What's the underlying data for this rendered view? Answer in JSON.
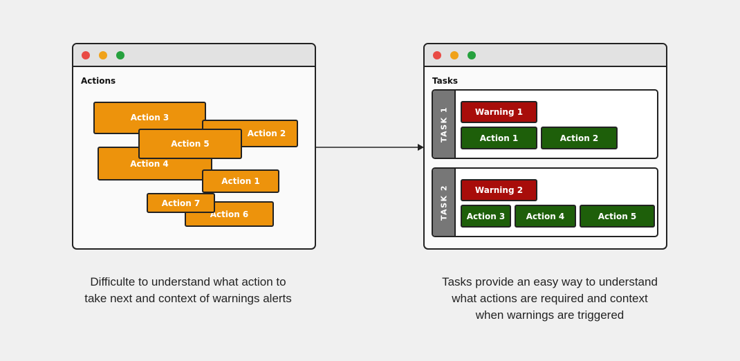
{
  "left_window": {
    "title": "Actions",
    "actions": {
      "action3": "Action 3",
      "action2": "Action 2",
      "action5": "Action 5",
      "action4": "Action 4",
      "action1": "Action 1",
      "action7": "Action 7",
      "action6": "Action 6"
    }
  },
  "right_window": {
    "title": "Tasks",
    "tasks": [
      {
        "label": "TASK 1",
        "warning": "Warning 1",
        "actions": [
          "Action 1",
          "Action 2"
        ]
      },
      {
        "label": "TASK 2",
        "warning": "Warning 2",
        "actions": [
          "Action 3",
          "Action 4",
          "Action 5"
        ]
      }
    ]
  },
  "captions": {
    "left": {
      "line1": "Difficulte to understand what action to",
      "line2": "take next and context of warnings alerts"
    },
    "right": {
      "line1": "Tasks provide an easy way to understand",
      "line2": "what actions are required and context",
      "line3": "when warnings are triggered"
    }
  },
  "colors": {
    "action_orange": "#ed930c",
    "warning_red": "#a80d0a",
    "action_green": "#1e5f0a",
    "task_label_gray": "#777777"
  }
}
